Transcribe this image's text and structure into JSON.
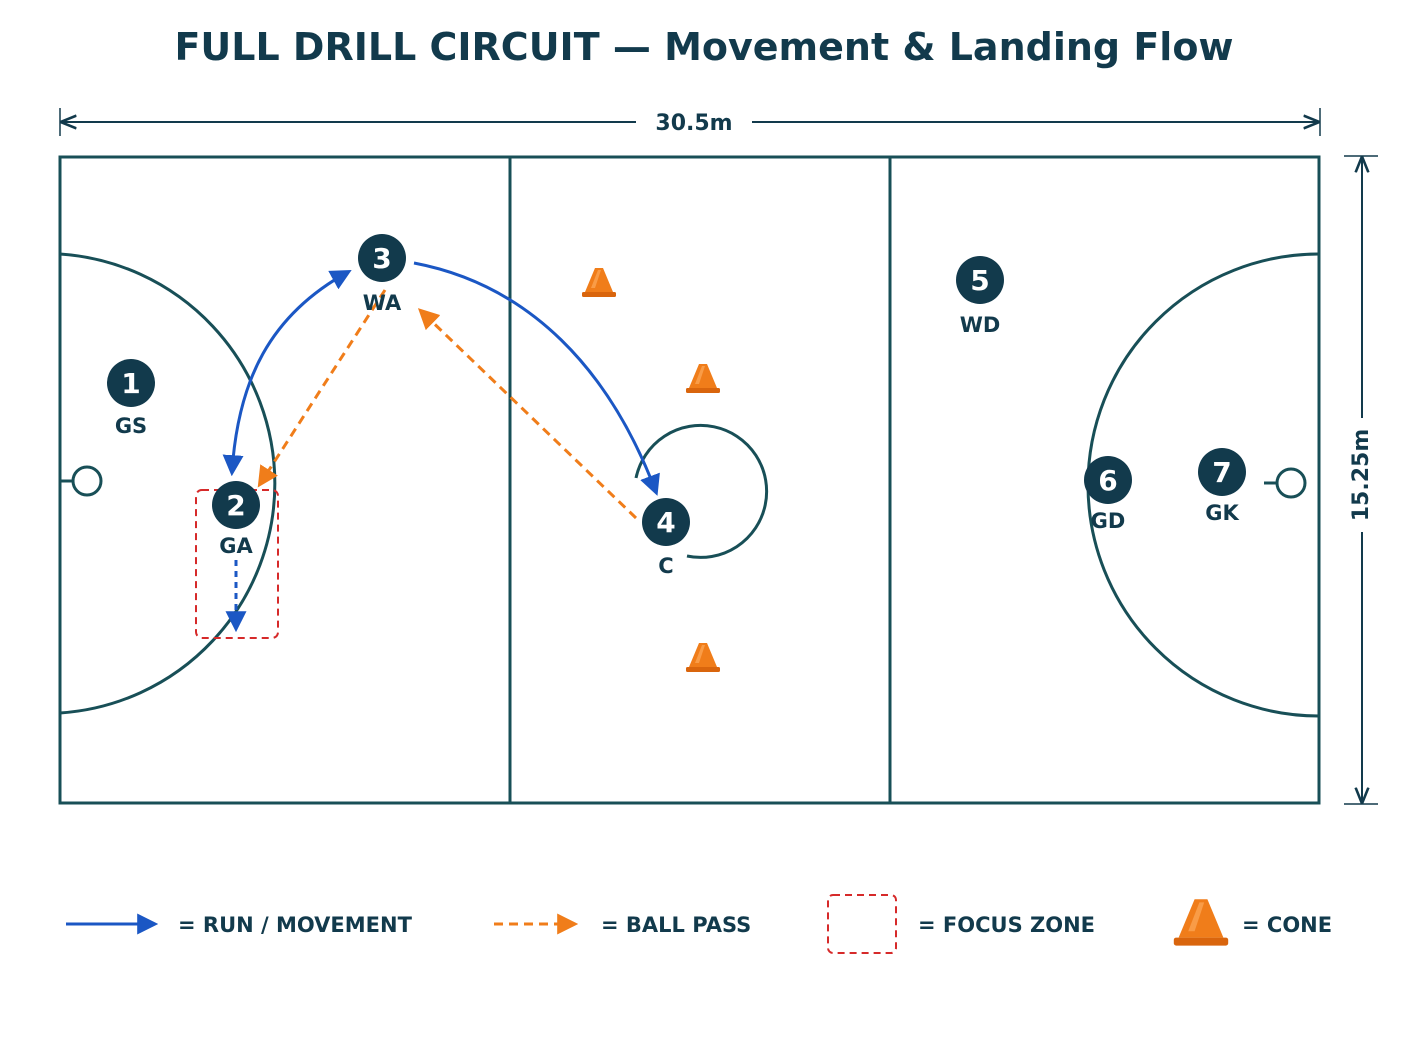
{
  "title": "FULL DRILL CIRCUIT — Movement & Landing Flow",
  "dimensions": {
    "length": "30.5m",
    "width": "15.25m"
  },
  "colors": {
    "court_line": "#184f57",
    "player_fill": "#123a4c",
    "run": "#1b57c4",
    "pass": "#f07d1a",
    "focus_zone": "#d62a2a",
    "cone": "#f07d1a"
  },
  "players": [
    {
      "num": "1",
      "pos": "GS"
    },
    {
      "num": "2",
      "pos": "GA"
    },
    {
      "num": "3",
      "pos": "WA"
    },
    {
      "num": "4",
      "pos": "C"
    },
    {
      "num": "5",
      "pos": "WD"
    },
    {
      "num": "6",
      "pos": "GD"
    },
    {
      "num": "7",
      "pos": "GK"
    }
  ],
  "legend": {
    "run": "= RUN / MOVEMENT",
    "pass": "= BALL PASS",
    "focus": "= FOCUS ZONE",
    "cone": "= CONE"
  }
}
